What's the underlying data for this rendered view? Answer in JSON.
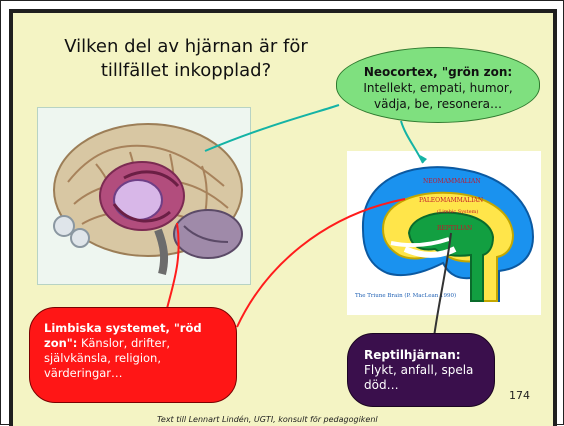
{
  "slide": {
    "title": "Vilken del av hjärnan är för tillfället inkopplad?",
    "page_number": "174",
    "footer": "Text till Lennart Lindén, UGTI, konsult för pedagogikenl"
  },
  "bubbles": {
    "neocortex": {
      "heading": "Neocortex, \"grön zon:",
      "text": "Intellekt, empati, humor, vädja, be, resonera…"
    },
    "limbic": {
      "heading": "Limbiska systemet, \"röd zon\":",
      "text": "Känslor, drifter, självkänsla, religion, värderingar…"
    },
    "reptile": {
      "heading": "Reptilhjärnan:",
      "text": "Flykt, anfall, spela död…"
    }
  },
  "diagram": {
    "labels": {
      "neomammalian": "NEOMAMMALIAN",
      "paleomammalian": "PALEOMAMMALIAN",
      "limbic": "(Limbic System)",
      "reptilian": "REPTILIAN",
      "caption": "The Triune Brain (P. MacLean 1990)"
    }
  },
  "colors": {
    "slide_bg": "#f4f4c4",
    "green": "#7fe07f",
    "red": "#ff1616",
    "purple": "#3a0f4c",
    "connector_teal": "#14b3a5"
  }
}
